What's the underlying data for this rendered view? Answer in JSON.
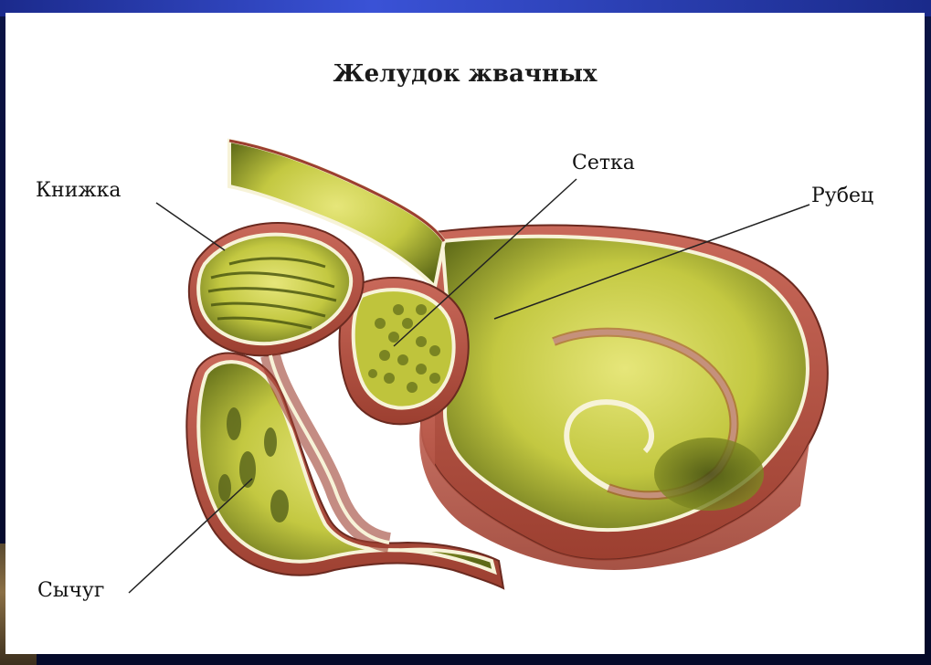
{
  "figure": {
    "title": "Желудок жвачных",
    "labels": {
      "book": "Книжка",
      "net": "Сетка",
      "rumen": "Рубец",
      "abomasum": "Сычуг"
    }
  },
  "colors": {
    "background": "#0b1446",
    "panel": "#ffffff",
    "wall": "#b8543f",
    "lining": "#c9cf4a",
    "lining_dark": "#6f7a1e"
  }
}
